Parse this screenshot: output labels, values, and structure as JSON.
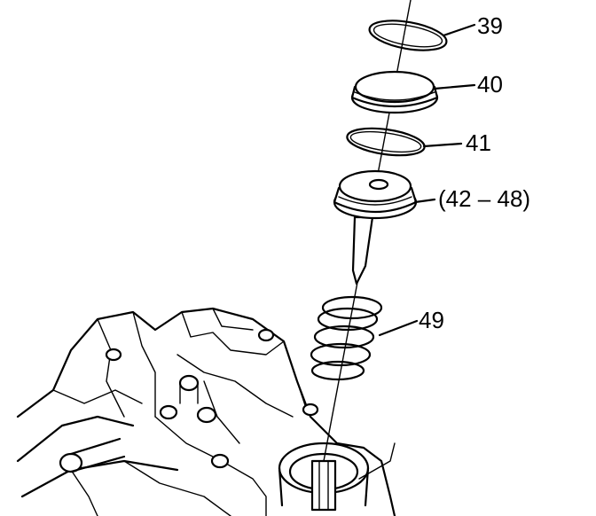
{
  "callouts": {
    "c39": "39",
    "c40": "40",
    "c41": "41",
    "c42_48": "(42 – 48)",
    "c49": "49"
  }
}
